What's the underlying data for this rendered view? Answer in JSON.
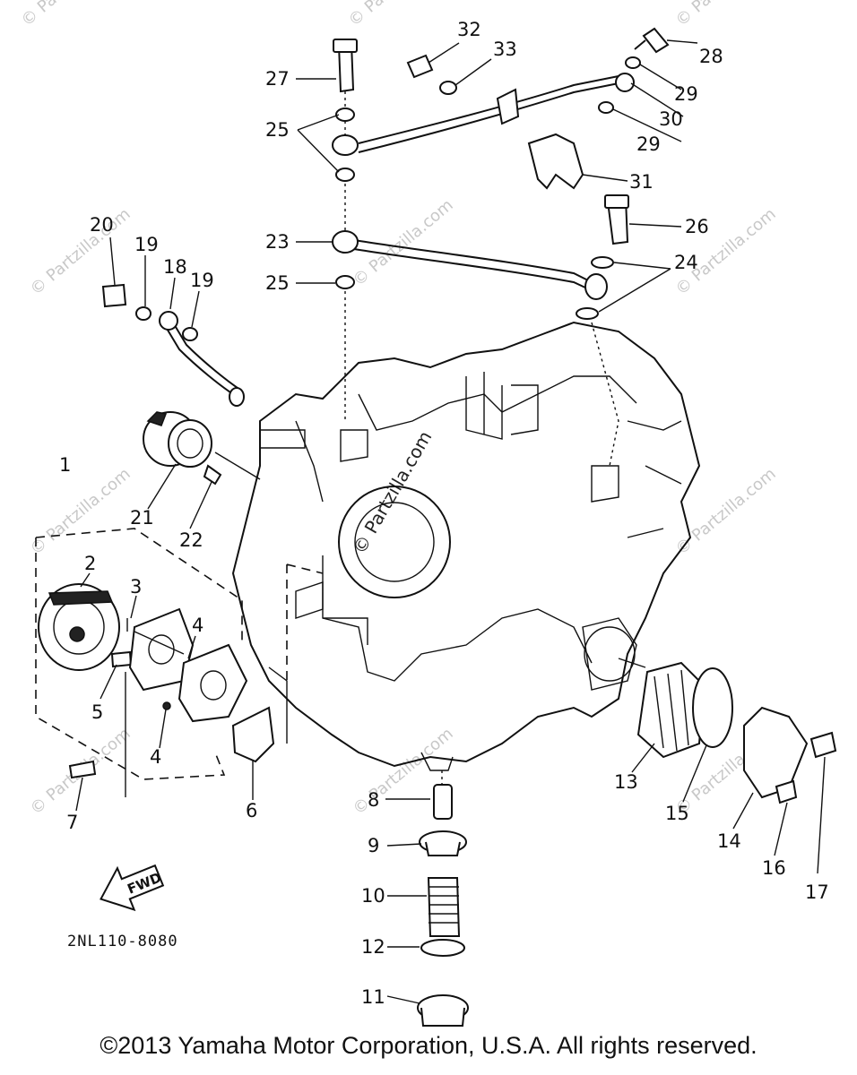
{
  "callouts": [
    "1",
    "2",
    "3",
    "4",
    "4",
    "5",
    "6",
    "7",
    "8",
    "9",
    "10",
    "11",
    "12",
    "13",
    "14",
    "15",
    "16",
    "17",
    "18",
    "19",
    "19",
    "20",
    "21",
    "22",
    "23",
    "24",
    "25",
    "25",
    "26",
    "27",
    "28",
    "29",
    "29",
    "30",
    "31",
    "32",
    "33"
  ],
  "fwd_label": "FWD",
  "diagram_code": "2NL110-8080",
  "watermark": "© Partzilla.com",
  "copyright": "©2013 Yamaha Motor Corporation, U.S.A. All rights reserved."
}
